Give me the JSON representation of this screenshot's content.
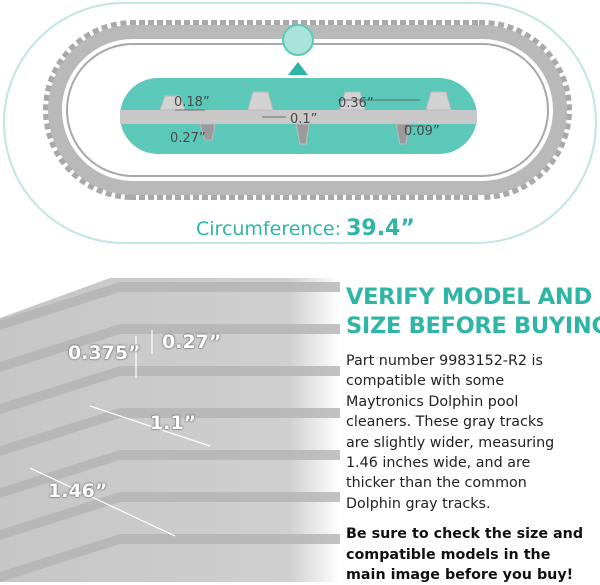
{
  "top": {
    "circumference_label": "Circumference:",
    "circumference_value": "39.4”",
    "dimensions": {
      "tooth_top": "0.18”",
      "tooth_base": "0.27”",
      "gap": "0.1”",
      "tooth_spacing": "0.36”",
      "track_thickness": "0.09”"
    }
  },
  "bottom": {
    "dimensions": {
      "height": "0.375”",
      "lug_height": "0.27”",
      "inner_width": "1.1”",
      "total_width": "1.46”"
    }
  },
  "info": {
    "heading_lines": [
      "VERIFY MODEL AND",
      "SIZE BEFORE BUYING"
    ],
    "description_lines": [
      "Part number 9983152-R2 is",
      "compatible with some",
      "Maytronics Dolphin pool",
      "cleaners.  These gray tracks",
      "are slightly wider, measuring",
      "1.46 inches wide, and are",
      "thicker than the common",
      "Dolphin gray tracks."
    ],
    "cta_lines": [
      "Be sure to check the size and",
      "compatible models in the",
      "main image before you buy!"
    ]
  },
  "colors": {
    "accent": "#2fb5a6",
    "track_gray": "#b9b9b9",
    "panel_teal": "#5cc8ba"
  }
}
